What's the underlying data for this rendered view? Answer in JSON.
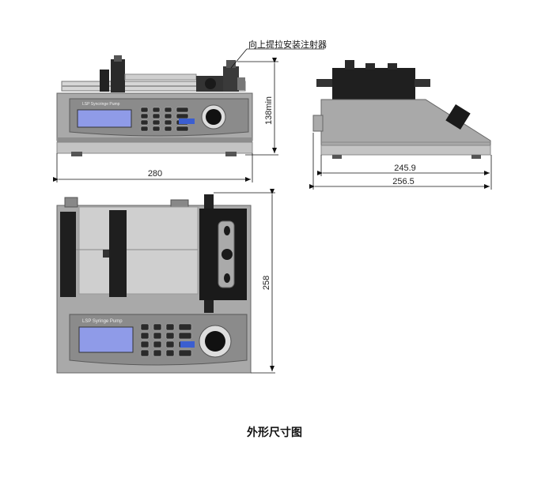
{
  "annotation": "向上提拉安装注射器",
  "dimensions": {
    "front_width": "280",
    "front_height": "138min",
    "side_width_inner": "245.9",
    "side_width_outer": "256.5",
    "top_depth": "258"
  },
  "panel_label_front": "LSP Syncringe Pump",
  "panel_label_top": "LSP Syringe Pump",
  "caption": "外形尺寸图",
  "colors": {
    "body": "#a9a9a9",
    "panel": "#8a8a8a",
    "lcd": "#8f9be8",
    "dark": "#1e1e1e",
    "line": "#111111"
  }
}
